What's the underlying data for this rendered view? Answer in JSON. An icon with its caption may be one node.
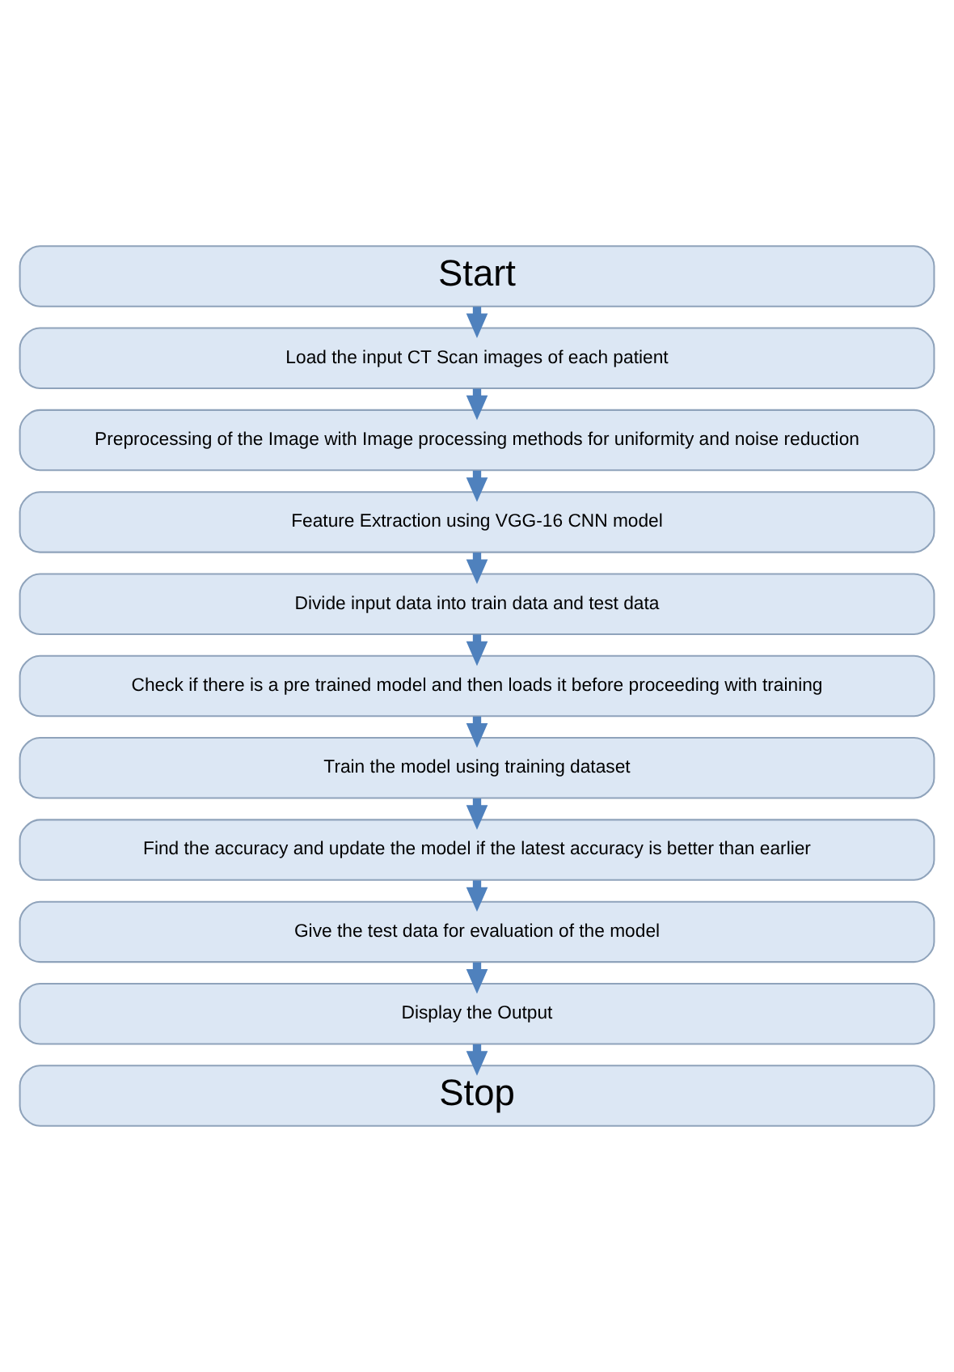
{
  "diagram": {
    "nodes": [
      {
        "text": [
          "Start"
        ]
      },
      {
        "text": [
          "Load the input CT Scan images of each patient"
        ]
      },
      {
        "text": [
          "Preprocessing of the Image with Image processing methods for uniformity and noise reduction"
        ]
      },
      {
        "text": [
          "Feature Extraction using VGG-16 CNN model"
        ]
      },
      {
        "text": [
          "Divide input data into train data and test data"
        ]
      },
      {
        "text": [
          "Check if there is a pre trained model and then loads it before proceeding with training"
        ]
      },
      {
        "text": [
          "Train the model using training dataset"
        ]
      },
      {
        "text": [
          "Find the accuracy and update the model if the latest accuracy is better than earlier"
        ]
      },
      {
        "text": [
          "Give the test data for evaluation of the model"
        ]
      },
      {
        "text": [
          "Display the Output"
        ]
      },
      {
        "text": [
          "Stop"
        ]
      }
    ],
    "edges": [
      {
        "from": 0,
        "to": 1,
        "arrow": "to"
      },
      {
        "from": 1,
        "to": 2,
        "arrow": "to"
      },
      {
        "from": 2,
        "to": 3,
        "arrow": "to"
      },
      {
        "from": 3,
        "to": 4,
        "arrow": "to"
      },
      {
        "from": 4,
        "to": 5,
        "arrow": "to"
      },
      {
        "from": 5,
        "to": 6,
        "arrow": "to"
      },
      {
        "from": 6,
        "to": 7,
        "arrow": "to"
      },
      {
        "from": 7,
        "to": 8,
        "arrow": "to"
      },
      {
        "from": 8,
        "to": 9,
        "arrow": "to"
      },
      {
        "from": 9,
        "to": 10,
        "arrow": "to"
      }
    ]
  }
}
